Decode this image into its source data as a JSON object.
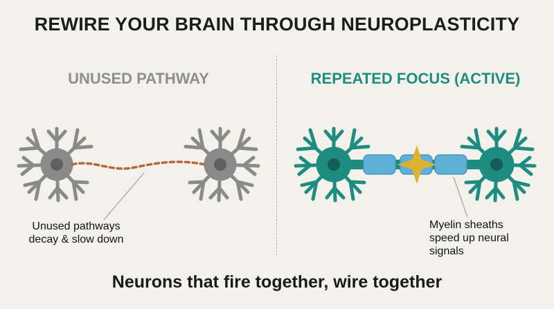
{
  "title": "REWIRE YOUR BRAIN THROUGH NEUROPLASTICITY",
  "left_panel": {
    "heading": "UNUSED PATHWAY",
    "caption_line1": "Unused pathways",
    "caption_line2": "decay & slow down"
  },
  "right_panel": {
    "heading": "REPEATED FOCUS (ACTIVE)",
    "caption_line1": "Myelin sheaths",
    "caption_line2": "speed up neural",
    "caption_line3": "signals"
  },
  "footer": "Neurons that fire together, wire together",
  "colors": {
    "background": "#f3f2ea",
    "inactive_gray": "#8e8e8a",
    "neuron_gray": "#8a8a8a",
    "decay_dots": "#b8663a",
    "active_teal": "#1f8c82",
    "myelin_blue": "#5fb0d8",
    "spark_gold": "#e0b030"
  }
}
